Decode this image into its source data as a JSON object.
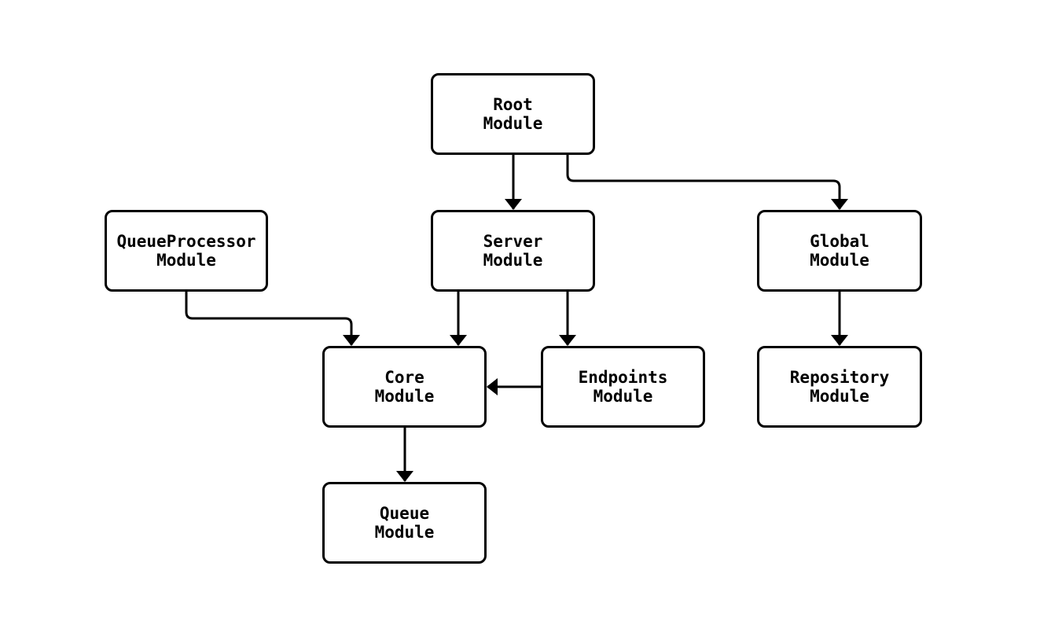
{
  "diagram": {
    "type": "flowchart",
    "background_color": "#ffffff",
    "node_fill_color": "#ffffff",
    "node_border_color": "#000000",
    "edge_color": "#000000",
    "text_color": "#000000",
    "nodes": [
      {
        "id": "root",
        "line1": "Root",
        "line2": "Module"
      },
      {
        "id": "server",
        "line1": "Server",
        "line2": "Module"
      },
      {
        "id": "global",
        "line1": "Global",
        "line2": "Module"
      },
      {
        "id": "queueprocessor",
        "line1": "QueueProcessor",
        "line2": "Module"
      },
      {
        "id": "core",
        "line1": "Core",
        "line2": "Module"
      },
      {
        "id": "endpoints",
        "line1": "Endpoints",
        "line2": "Module"
      },
      {
        "id": "repository",
        "line1": "Repository",
        "line2": "Module"
      },
      {
        "id": "queue",
        "line1": "Queue",
        "line2": "Module"
      }
    ],
    "edges": [
      {
        "from": "root",
        "to": "server"
      },
      {
        "from": "root",
        "to": "global"
      },
      {
        "from": "queueprocessor",
        "to": "core"
      },
      {
        "from": "server",
        "to": "core"
      },
      {
        "from": "server",
        "to": "endpoints"
      },
      {
        "from": "endpoints",
        "to": "core"
      },
      {
        "from": "global",
        "to": "repository"
      },
      {
        "from": "core",
        "to": "queue"
      }
    ]
  }
}
